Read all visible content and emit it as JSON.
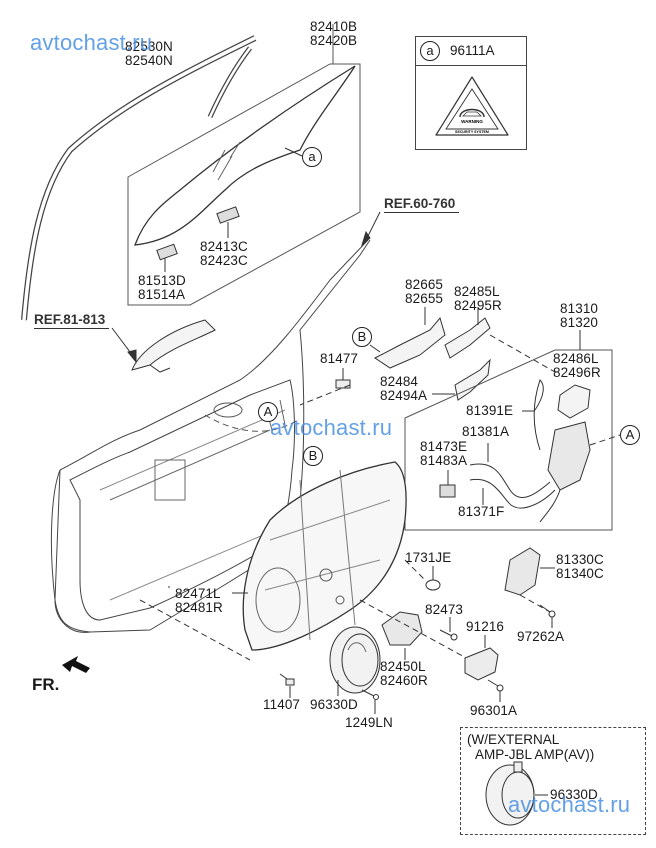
{
  "diagram": {
    "title": "Front Door Panel & Window Parts",
    "watermark": "avtochast.ru",
    "direction_label": "FR.",
    "callout_a": "a",
    "callout_A": "A",
    "callout_B": "B",
    "references": {
      "ref_60_760": "REF.60-760",
      "ref_81_813": "REF.81-813"
    },
    "sticker_box": {
      "callout": "a",
      "part_no": "96111A",
      "sticker_text_1": "WARNING",
      "sticker_text_2": "SECURITY SYSTEM"
    },
    "option_box": {
      "note_line1": "(W/EXTERNAL",
      "note_line2": "AMP-JBL AMP(AV))",
      "part_no": "96330D"
    },
    "parts": {
      "run_channel": [
        "82530N",
        "82540N"
      ],
      "glass": [
        "82410B",
        "82420B"
      ],
      "glass_clip_upper": [
        "82413C",
        "82423C"
      ],
      "glass_clip_lower": [
        "81513D",
        "81514A"
      ],
      "hinge_upper": [
        "82665",
        "82655"
      ],
      "hinge_bracket": [
        "82485L",
        "82495R"
      ],
      "bracket_lower": [
        "82484",
        "82494A"
      ],
      "bolt_81477": [
        "81477"
      ],
      "latch_assy": [
        "81310",
        "81320"
      ],
      "latch_cover": [
        "82486L",
        "82496R"
      ],
      "cable_81391e": [
        "81391E"
      ],
      "cable_81381a": [
        "81381A"
      ],
      "rod_clip": [
        "81473E",
        "81483A"
      ],
      "cable_81371f": [
        "81371F"
      ],
      "module_panel": [
        "82471L",
        "82481R"
      ],
      "grommet": [
        "1731JE"
      ],
      "actuator": [
        "81330C",
        "81340C"
      ],
      "bolt_82473": [
        "82473"
      ],
      "bolt_97262a": [
        "97262A"
      ],
      "bracket_91216": [
        "91216"
      ],
      "motor": [
        "82450L",
        "82460R"
      ],
      "bolt_11407": [
        "11407"
      ],
      "speaker": [
        "96330D"
      ],
      "screw_1249ln": [
        "1249LN"
      ],
      "amp": [
        "96301A"
      ]
    }
  }
}
